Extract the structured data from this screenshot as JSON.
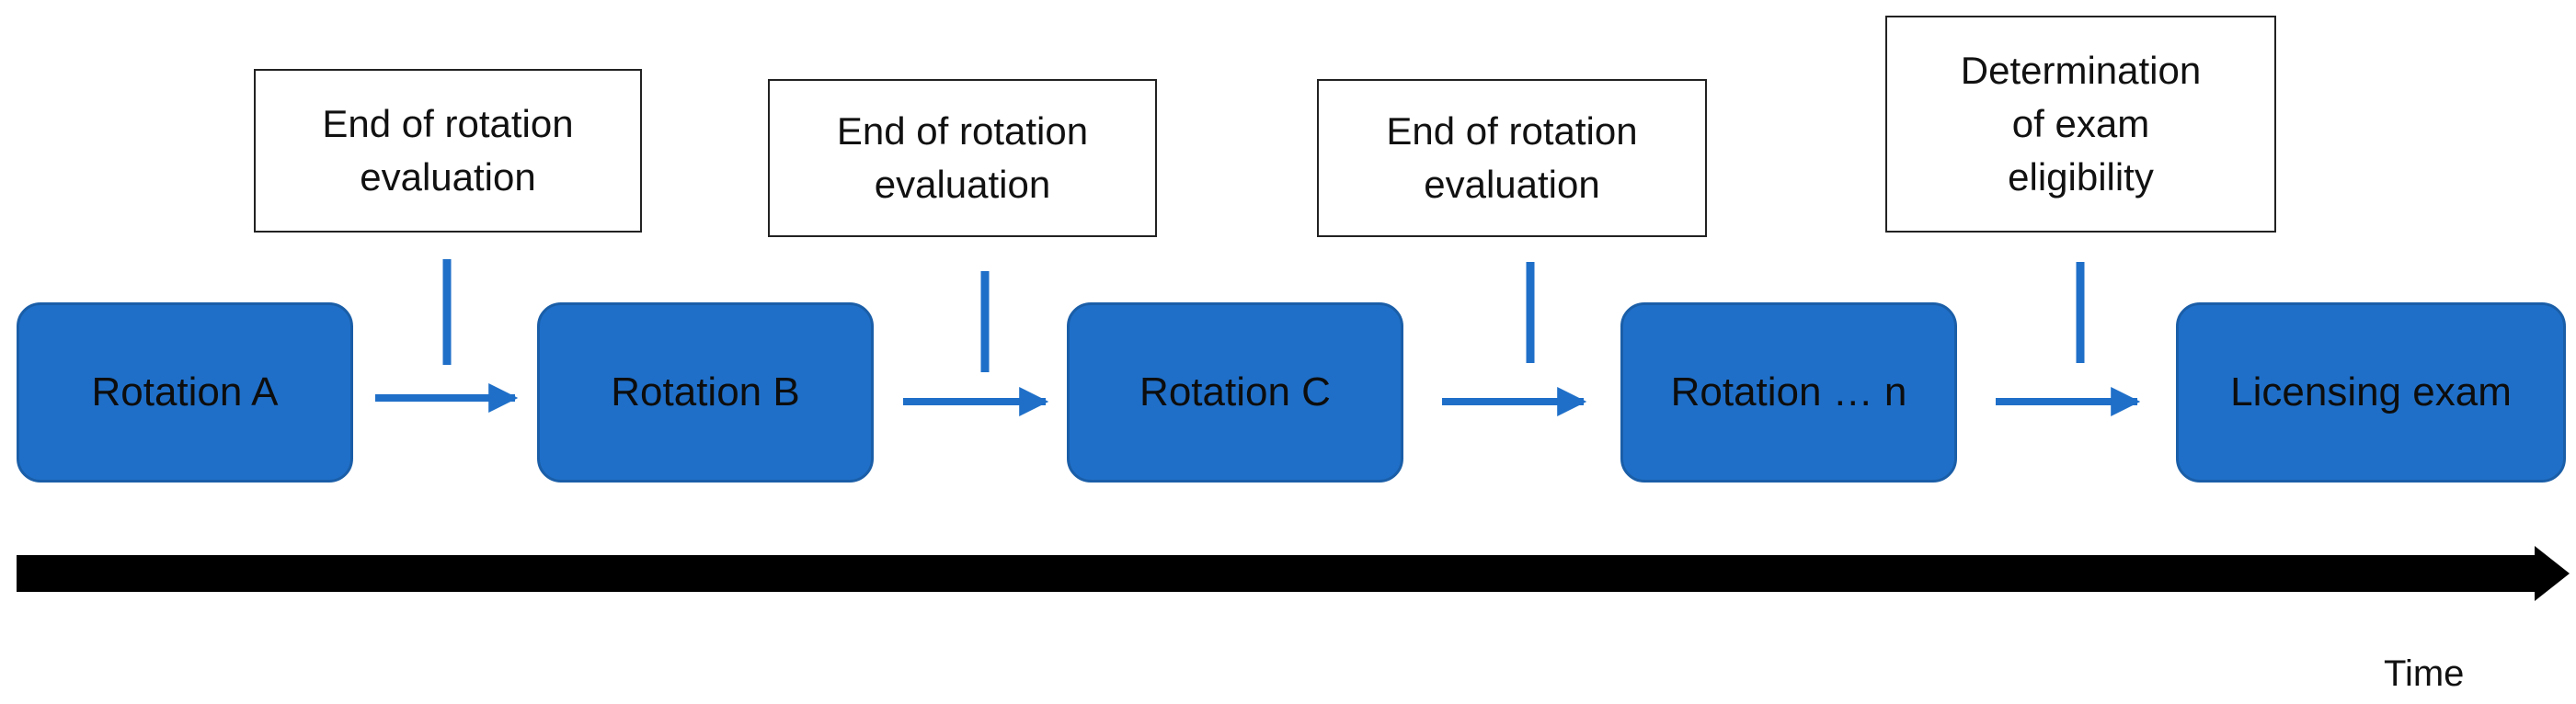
{
  "colors": {
    "rotation_fill": "#1f6fc8",
    "rotation_border": "#1a5ea8",
    "connector": "#1f6fc8",
    "timeline": "#000000",
    "text": "#111111"
  },
  "rotations": [
    {
      "label": "Rotation A"
    },
    {
      "label": "Rotation B"
    },
    {
      "label": "Rotation C"
    },
    {
      "label": "Rotation … n"
    },
    {
      "label": "Licensing exam"
    }
  ],
  "evaluations": [
    {
      "label": "End of rotation\nevaluation"
    },
    {
      "label": "End of rotation\nevaluation"
    },
    {
      "label": "End of rotation\nevaluation"
    },
    {
      "label": "Determination\nof exam\neligibility"
    }
  ],
  "timeline": {
    "label": "Time"
  }
}
